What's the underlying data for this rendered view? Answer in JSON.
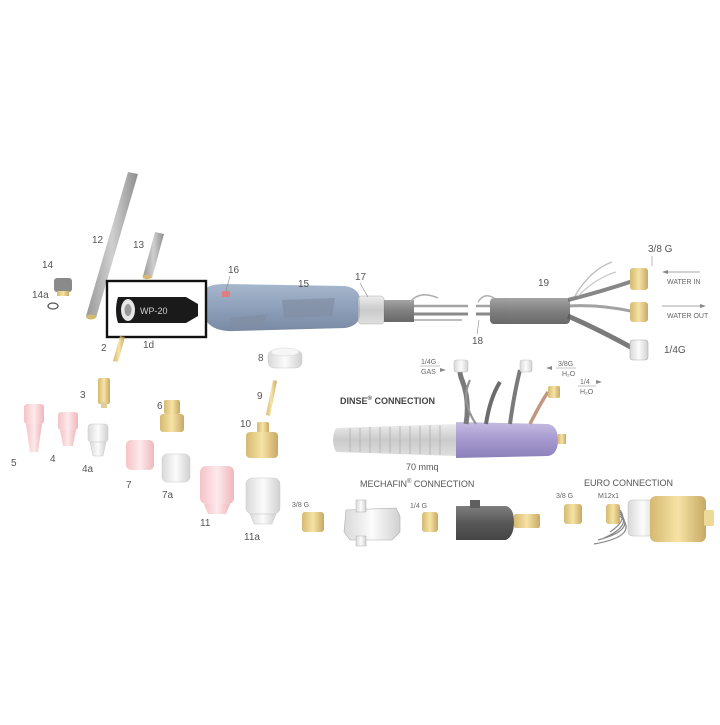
{
  "callouts": {
    "n12": "12",
    "n13": "13",
    "n14": "14",
    "n14a": "14a",
    "n1d": "1d",
    "n2": "2",
    "n3": "3",
    "n4": "4",
    "n4a": "4a",
    "n5": "5",
    "n6": "6",
    "n7": "7",
    "n7a": "7a",
    "n8": "8",
    "n9": "9",
    "n10": "10",
    "n11": "11",
    "n11a": "11a",
    "n15": "15",
    "n16": "16",
    "n17": "17",
    "n18": "18",
    "n19": "19"
  },
  "highlight": {
    "label": "WP-20"
  },
  "hose_end": {
    "fitting_top": "3/8 G",
    "water_in": "WATER IN",
    "water_out": "WATER OUT",
    "fitting_bottom": "1/4G"
  },
  "dinse": {
    "title": "DINSE",
    "reg": "®",
    "title_suffix": " CONNECTION",
    "gas_size": "1/4G",
    "gas_label": "GAS",
    "water_size_1": "3/8G",
    "water_label_1": "H₂O",
    "water_size_2": "1/4",
    "water_label_2": "H₂O",
    "size": "70 mmq"
  },
  "mechafin": {
    "title": "MECHAFIN",
    "reg": "®",
    "title_suffix": " CONNECTION",
    "size_left": "3/8 G",
    "size_right": "1/4 G"
  },
  "euro": {
    "title": "EURO CONNECTION",
    "size_left": "3/8 G",
    "size_right": "M12x1"
  }
}
